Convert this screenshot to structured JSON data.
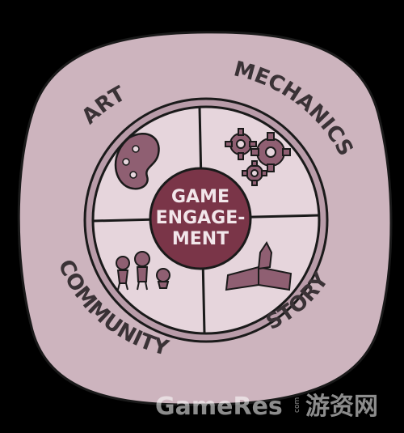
{
  "center": {
    "lines": [
      "GAME",
      "ENGAGE-",
      "MENT"
    ]
  },
  "outer_labels": {
    "art": "ART",
    "mechanics": "MECHANICS",
    "community": "COMMUNITY",
    "story": "STORY"
  },
  "watermark": {
    "latin": "GameRes",
    "small": "com",
    "cjk": "游资网"
  },
  "colors": {
    "background": "#000000",
    "outer_shape": "#cdb4be",
    "ring": "#b99ca9",
    "quadrant_fill": "#e6d5dc",
    "center_fill": "#7a3548",
    "text_dark": "#3a3236",
    "icon_fill": "#8f5f72"
  }
}
